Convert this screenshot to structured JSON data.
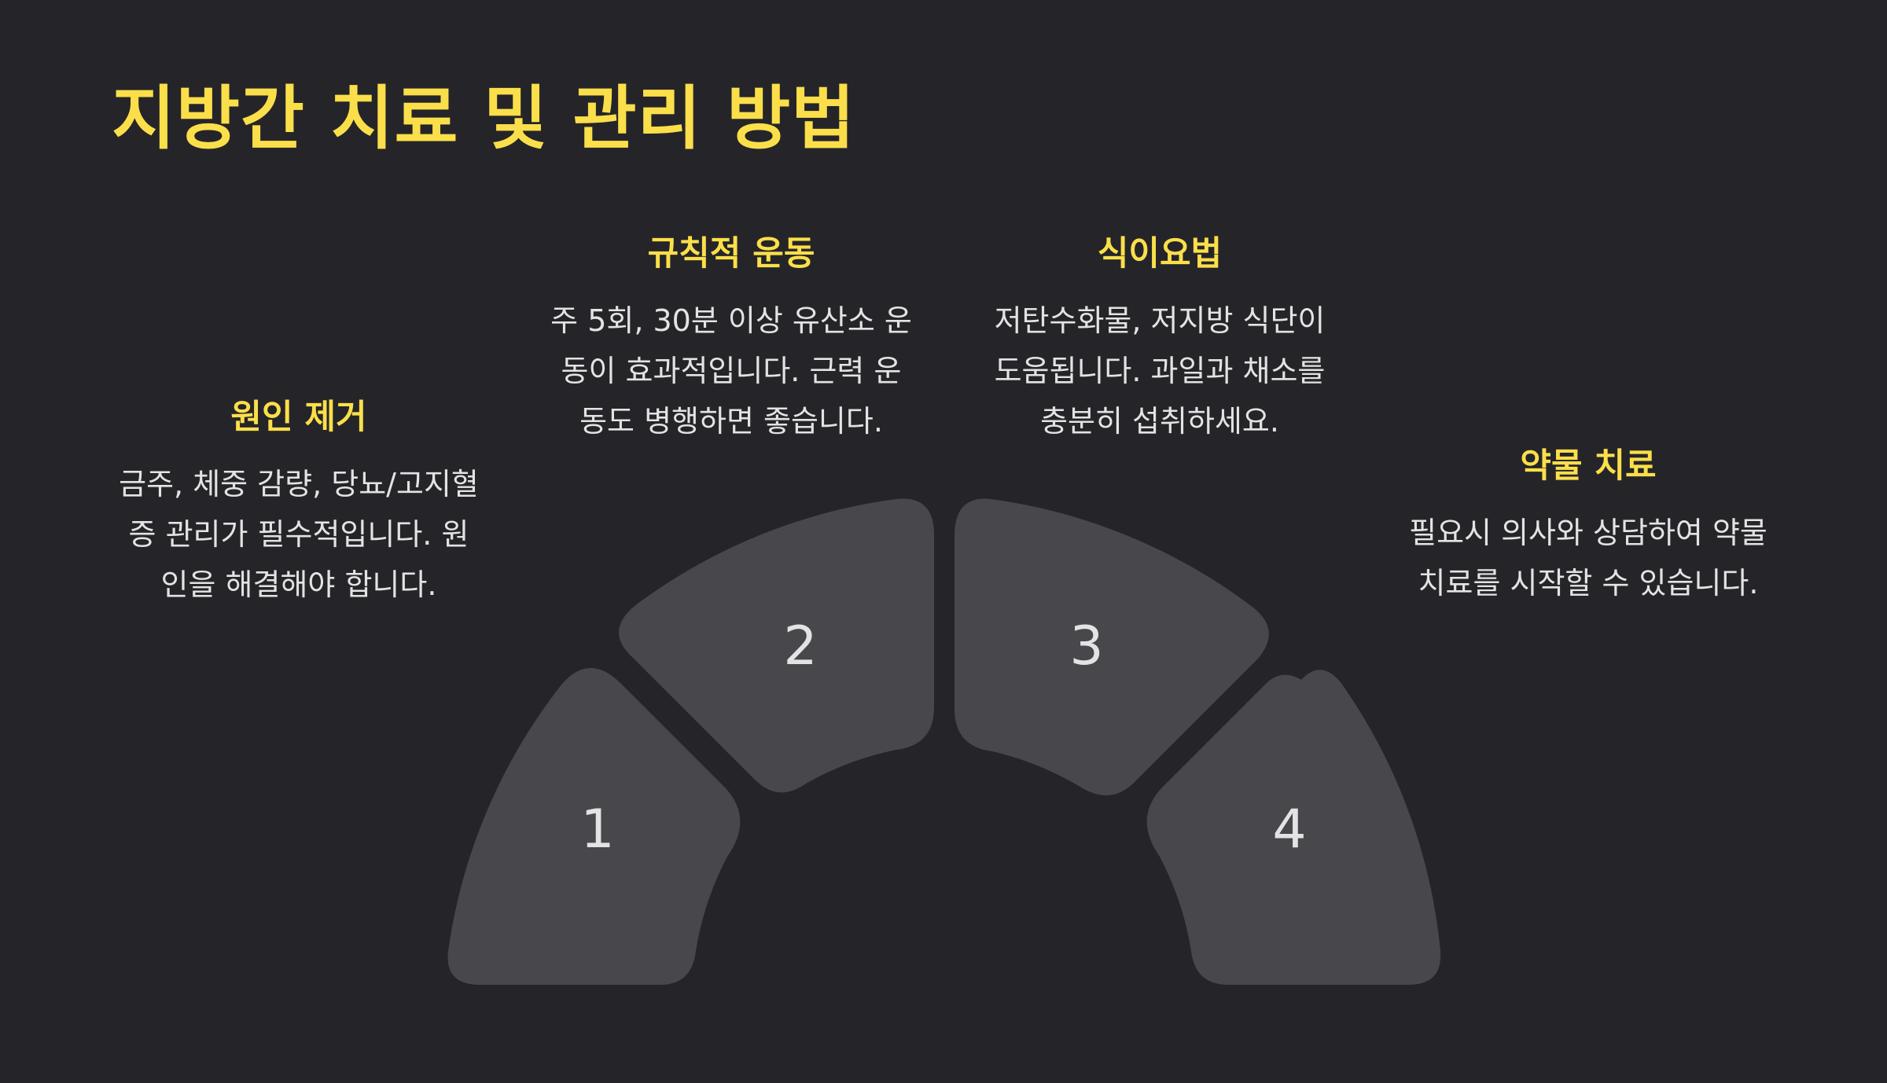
{
  "title": "지방간 치료 및 관리 방법",
  "steps": [
    {
      "number": "1",
      "heading": "원인 제거",
      "lines": [
        "금주, 체중 감량, 당뇨/고지혈",
        "증 관리가 필수적입니다. 원",
        "인을 해결해야 합니다."
      ]
    },
    {
      "number": "2",
      "heading": "규칙적 운동",
      "lines": [
        "주 5회, 30분 이상 유산소 운",
        "동이 효과적입니다. 근력 운",
        "동도 병행하면 좋습니다."
      ]
    },
    {
      "number": "3",
      "heading": "식이요법",
      "lines": [
        "저탄수화물, 저지방 식단이",
        "도움됩니다. 과일과 채소를",
        "충분히 섭취하세요."
      ]
    },
    {
      "number": "4",
      "heading": "약물 치료",
      "lines": [
        "필요시 의사와 상담하여 약물",
        "치료를 시작할 수 있습니다."
      ]
    }
  ],
  "colors": {
    "background": "#252529",
    "accent": "#FBDF4A",
    "segment": "#47474C",
    "text": "#E3E3E3"
  }
}
